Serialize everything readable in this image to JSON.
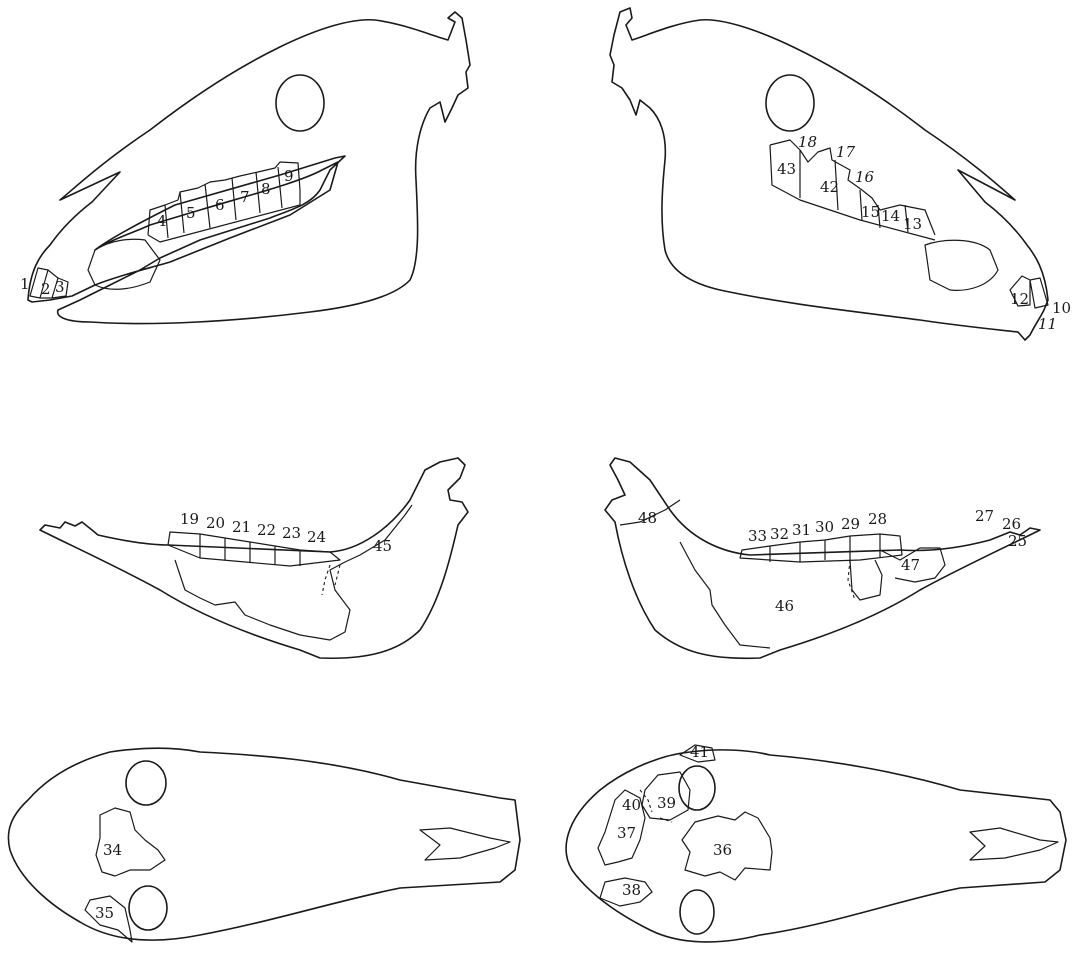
{
  "views": [
    "skull-left-lateral",
    "skull-right-lateral",
    "mandible-left-lateral",
    "mandible-right-lateral",
    "skull-dorsal",
    "skull-ventral"
  ],
  "labels": {
    "l1": "1",
    "l2": "2",
    "l3": "3",
    "l4": "4",
    "l5": "5",
    "l6": "6",
    "l7": "7",
    "l8": "8",
    "l9": "9",
    "l10": "10",
    "l11": "11",
    "l12": "12",
    "l13": "13",
    "l14": "14",
    "l15": "15",
    "l16": "16",
    "l17": "17",
    "l18": "18",
    "l19": "19",
    "l20": "20",
    "l21": "21",
    "l22": "22",
    "l23": "23",
    "l24": "24",
    "l25": "25",
    "l26": "26",
    "l27": "27",
    "l28": "28",
    "l29": "29",
    "l30": "30",
    "l31": "31",
    "l32": "32",
    "l33": "33",
    "l34": "34",
    "l35": "35",
    "l36": "36",
    "l37": "37",
    "l38": "38",
    "l39": "39",
    "l40": "40",
    "l41": "41",
    "l42": "42",
    "l43": "43",
    "l45": "45",
    "l46": "46",
    "l47": "47",
    "l48": "48"
  },
  "colors": {
    "line": "#1a1a1a",
    "background": "#ffffff"
  }
}
